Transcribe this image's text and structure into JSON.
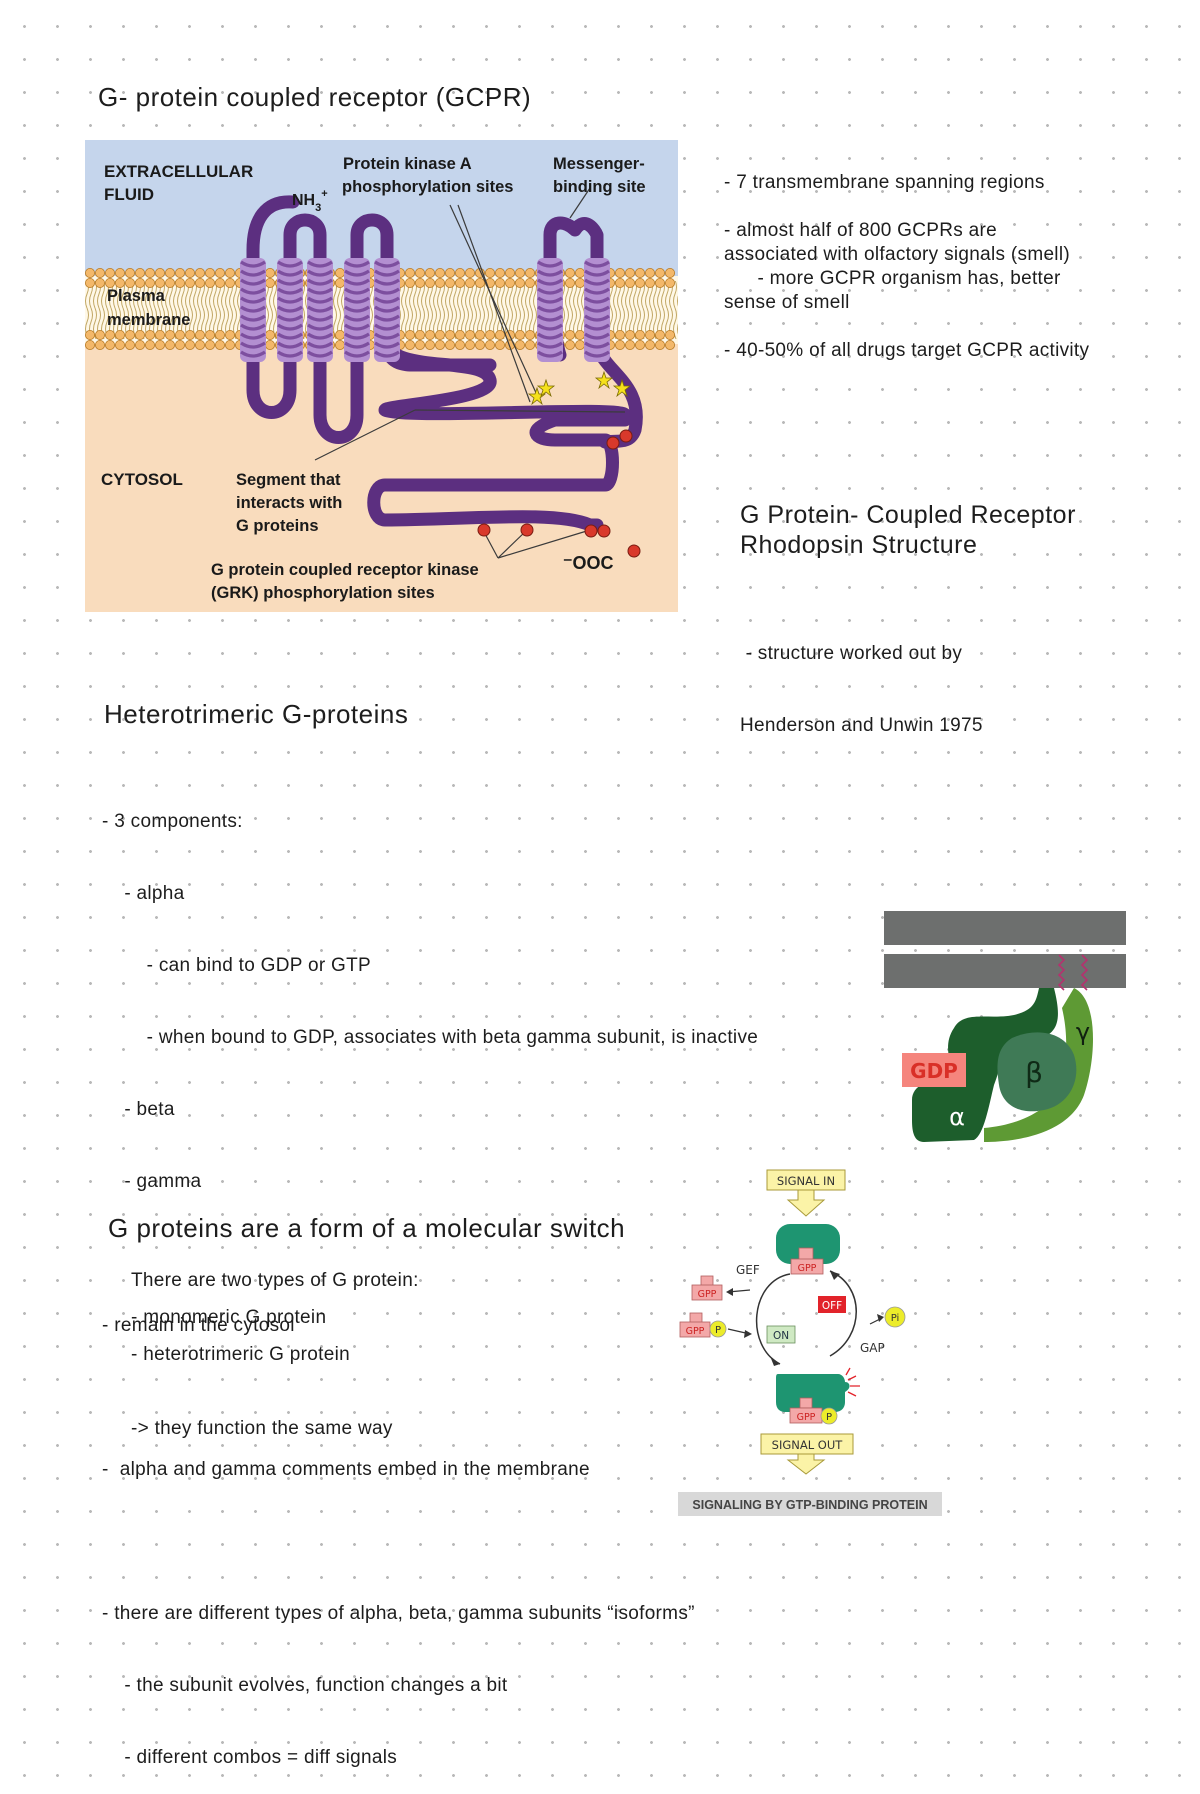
{
  "section1": {
    "title": "G- protein coupled receptor (GCPR)",
    "figure": {
      "labels": {
        "extracellular_line1": "EXTRACELLULAR",
        "extracellular_line2": "FLUID",
        "nh3": "NH",
        "nh3_sub": "3",
        "nh3_sup": "+",
        "pka_line1": "Protein kinase A",
        "pka_line2": "phosphorylation sites",
        "messenger_line1": "Messenger-",
        "messenger_line2": "binding site",
        "plasma": "Plasma",
        "membrane": "membrane",
        "cytosol": "CYTOSOL",
        "segment_line1": "Segment that",
        "segment_line2": "interacts with",
        "segment_line3": "G proteins",
        "ooc": "⁻OOC",
        "grk_line1": "G protein coupled receptor kinase",
        "grk_line2": "(GRK) phosphorylation sites"
      },
      "colors": {
        "extracellular": "#c5d5ec",
        "cytosol": "#f9dcbd",
        "lipid_head": "#f3b86a",
        "receptor": "#7d4f9f",
        "receptor_light": "#b38fd1",
        "phospho": "#d9392b",
        "star": "#f6e11b"
      }
    },
    "notes": [
      "- 7 transmembrane spanning regions",
      "- almost half of 800 GCPRs are",
      "associated with olfactory signals (smell)",
      "      - more GCPR organism has, better",
      "sense of smell",
      "- 40-50% of all drugs target GCPR activity"
    ]
  },
  "rhodopsin": {
    "title_line1": "G Protein- Coupled Receptor",
    "title_line2": "Rhodopsin Structure",
    "notes": [
      " - structure worked out by",
      "Henderson and Unwin 1975"
    ]
  },
  "section2": {
    "title": "Heterotrimeric G-proteins",
    "notes": [
      "- 3 components:",
      "    - alpha",
      "        - can bind to GDP or GTP",
      "        - when bound to GDP, associates with beta gamma subunit, is inactive",
      "    - beta",
      "    - gamma",
      "",
      "- remain in the cytosol",
      "",
      "-  alpha and gamma comments embed in the membrane",
      "",
      "- there are different types of alpha, beta, gamma subunits “isoforms”",
      "    - the subunit evolves, function changes a bit",
      "    - different combos = diff signals"
    ],
    "figure": {
      "gdp": "GDP",
      "beta": "β",
      "alpha": "α",
      "gamma": "γ",
      "colors": {
        "membrane": "#6d6f6e",
        "alpha": "#1d5e2c",
        "beta": "#3f7a56",
        "gamma": "#5e9a34",
        "gdp_bg": "#f5857d",
        "gdp_text": "#d92f27"
      }
    }
  },
  "section3": {
    "title": "G proteins are a form of a molecular switch",
    "notes": [
      "There are two types of G protein:",
      "- monomeric G protein",
      "- heterotrimeric G protein",
      "-> they function the same way"
    ],
    "figure": {
      "signal_in": "SIGNAL IN",
      "signal_out": "SIGNAL OUT",
      "gef": "GEF",
      "gap": "GAP",
      "gpp": "GPP",
      "p": "P",
      "pi": "Pi",
      "off": "OFF",
      "on": "ON",
      "caption": "SIGNALING BY GTP-BINDING PROTEIN",
      "colors": {
        "protein": "#1e9571",
        "signal_box": "#fbf3a7",
        "gpp": "#f3a8a8",
        "phosphate": "#ecec2a",
        "off": "#e2232a",
        "on": "#cfe9c3",
        "caption_bg": "#d8d8d8"
      }
    }
  }
}
